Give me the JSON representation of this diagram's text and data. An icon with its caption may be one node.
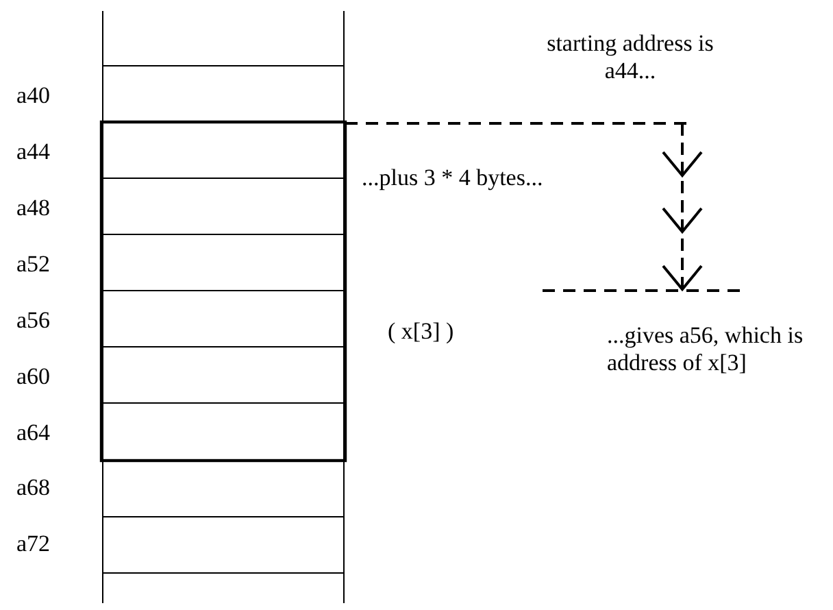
{
  "diagram": {
    "labels": [
      "a40",
      "a44",
      "a48",
      "a52",
      "a56",
      "a60",
      "a64",
      "a68",
      "a72",
      "starting address is a44...",
      "...plus 3 * 4 bytes...",
      "( x[3] )",
      "...gives a56, which is address of x[3]"
    ]
  }
}
